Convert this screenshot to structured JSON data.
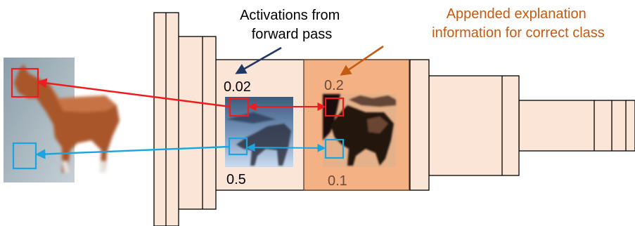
{
  "colors": {
    "block_fill": "#fbe5d6",
    "block_stroke": "#000000",
    "explanation_fill": "#f4b183",
    "explanation_stroke": "#5a3a26",
    "red_arrow": "#ee1c1c",
    "blue_arrow": "#1ba5e0",
    "forward_label_color": "#000000",
    "explanation_label_color": "#c55a11",
    "forward_pointer": "#1f3864",
    "explanation_pointer": "#c55a11"
  },
  "labels": {
    "forward_pass": [
      "Activations from",
      "forward pass"
    ],
    "explanation": [
      "Appended explanation",
      "information for correct class"
    ]
  },
  "values": {
    "activation_top": "0.02",
    "activation_bottom": "0.5",
    "explanation_top": "0.2",
    "explanation_bottom": "0.1"
  },
  "icons": {
    "input_image": "horse-image",
    "activation_map": "blue-horse-activation-map",
    "explanation_map": "orange-horse-explanation-map"
  }
}
